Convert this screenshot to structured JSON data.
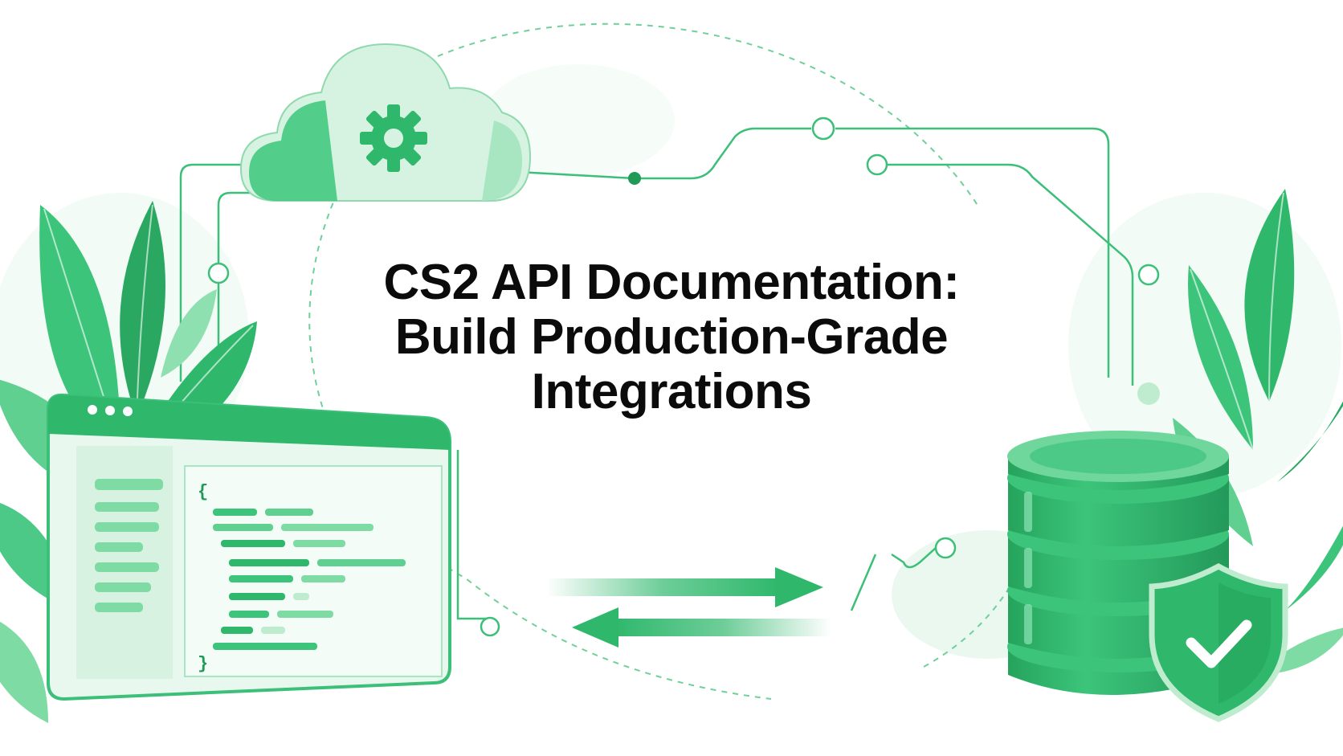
{
  "hero": {
    "title_lines": [
      "CS2 API Documentation:",
      "Build Production-Grade",
      "Integrations"
    ]
  },
  "editor": {
    "open_brace": "{",
    "close_brace": "}"
  },
  "colors": {
    "primary": "#2fb86c",
    "dark": "#1f9a57",
    "light": "#bfeccf",
    "pale": "#e6f7ec"
  },
  "icons": [
    "cloud-icon",
    "gear-icon",
    "browser-window-icon",
    "database-icon",
    "shield-check-icon",
    "arrow-right-icon",
    "arrow-left-icon",
    "leaf-icon"
  ]
}
